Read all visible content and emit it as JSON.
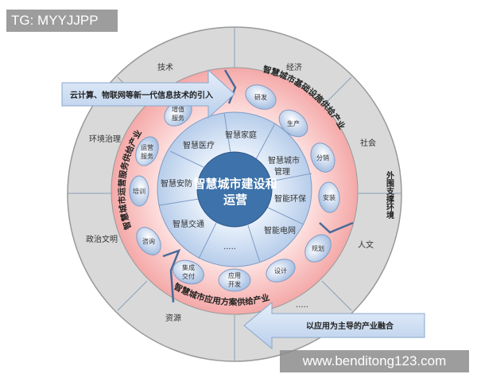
{
  "watermarks": {
    "top_left": "TG: MYYJJPP",
    "bottom_right": "www.benditong123.com"
  },
  "colors": {
    "outer_ring": "#d9d9d9",
    "pink_ring": "#f4a9a8",
    "blue_ring": "#c6d9f1",
    "core": "#3e72aa",
    "arrow": "#c6d9f1"
  },
  "core": {
    "line1": "智慧城市建设和",
    "line2": "运营"
  },
  "inner_segments": [
    "智慧家庭",
    "智慧医疗",
    "智慧城市",
    "管理",
    "智慧安防",
    "智能环保",
    "智慧交通",
    "智能电网",
    "....."
  ],
  "ring_titles": {
    "top_right": "智慧城市基础设施供给产业",
    "top_left": "智慧城市运营服务供给产业",
    "bottom": "智慧城市应用方案供给产业"
  },
  "ellipses": [
    "研发",
    "生产",
    "分销",
    "安装",
    "规划",
    "设计",
    "应用",
    "开发",
    "集成",
    "交付",
    "咨询",
    "培训",
    "运营",
    "服务",
    "增值",
    "服务"
  ],
  "outer_labels": [
    "技术",
    "经济",
    "环境治理",
    "社会",
    "政治文明",
    "人文",
    "资源",
    "....."
  ],
  "outer_title": "外围支撑环境",
  "arrows": {
    "top": "云计算、物联网等新一代信息技术的引入",
    "bottom": "以应用为主导的产业融合"
  }
}
